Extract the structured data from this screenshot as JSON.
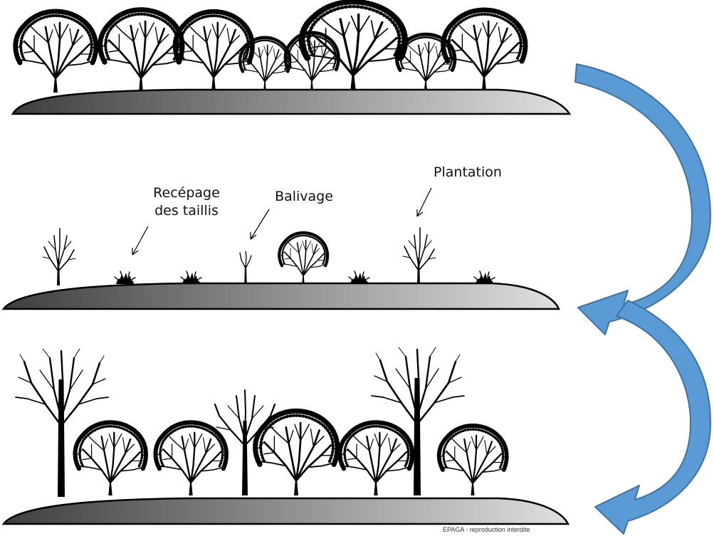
{
  "labels": {
    "recepage_line1": "Recépage",
    "recepage_line2": "des taillis",
    "balivage": "Balivage",
    "plantation": "Plantation"
  },
  "watermark": "EPAGA - reproduction interdite",
  "colors": {
    "arrow_fill": "#5b9bd5",
    "arrow_stroke": "#41719c",
    "ground_dark": "#3e3e3e",
    "ground_light": "#e0e0e0",
    "tree": "#000000"
  },
  "icons": {
    "coppice": "bushy-coppice-tree-icon",
    "standard": "tall-standard-tree-icon",
    "sapling": "young-sapling-icon",
    "stump": "cut-stump-icon",
    "arrow": "curved-arrow-icon"
  }
}
